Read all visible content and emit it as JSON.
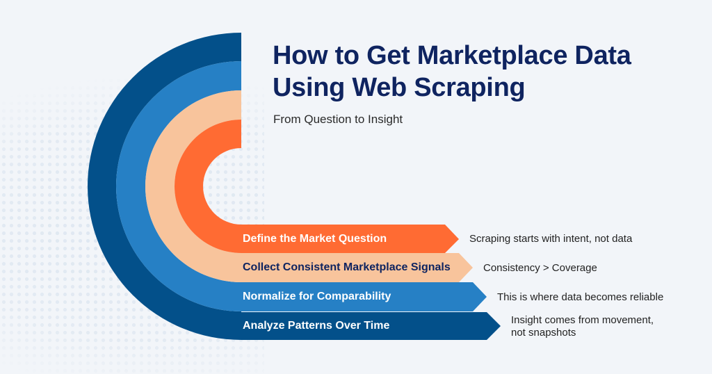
{
  "header": {
    "title_line1": "How to Get Marketplace Data",
    "title_line2": "Using Web Scraping",
    "subtitle": "From Question to Insight"
  },
  "colors": {
    "background": "#f2f5f9",
    "title": "#0f2460",
    "orange": "#ff6b33",
    "peach": "#f8c49c",
    "blue": "#2680c5",
    "navy": "#03508a"
  },
  "steps": [
    {
      "label": "Define the Market Question",
      "description": "Scraping starts with intent, not data",
      "color": "#ff6b33",
      "label_color": "#ffffff"
    },
    {
      "label": "Collect Consistent Marketplace Signals",
      "description": "Consistency > Coverage",
      "color": "#f8c49c",
      "label_color": "#0f2460"
    },
    {
      "label": "Normalize for Comparability",
      "description": "This is where data becomes reliable",
      "color": "#2680c5",
      "label_color": "#ffffff"
    },
    {
      "label": "Analyze Patterns Over Time",
      "description_line1": "Insight comes from movement,",
      "description_line2": "not snapshots",
      "color": "#03508a",
      "label_color": "#ffffff"
    }
  ]
}
